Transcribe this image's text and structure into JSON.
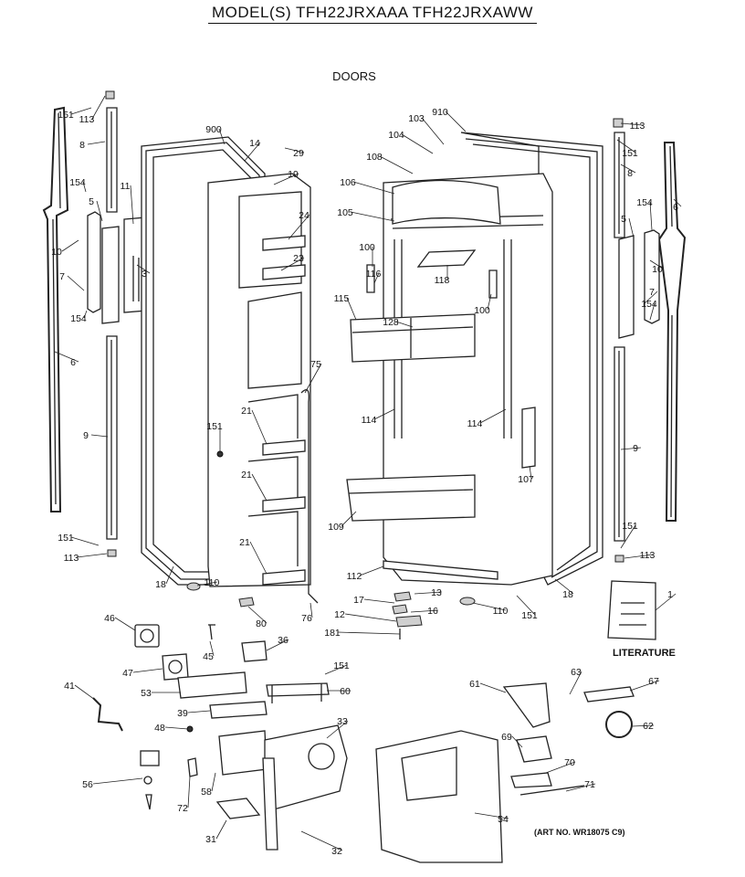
{
  "header": {
    "title": "MODEL(S) TFH22JRXAAA  TFH22JRXAWW",
    "subtitle": "DOORS"
  },
  "literature_label": "LITERATURE",
  "art_number": "(ART NO. WR18075 C9)",
  "callouts": [
    "151",
    "113",
    "8",
    "154",
    "5",
    "10",
    "7",
    "154",
    "6",
    "11",
    "3",
    "9",
    "151",
    "113",
    "900",
    "14",
    "29",
    "19",
    "24",
    "23",
    "75",
    "151",
    "21",
    "21",
    "21",
    "18",
    "110",
    "80",
    "76",
    "910",
    "103",
    "104",
    "108",
    "106",
    "105",
    "100",
    "116",
    "118",
    "115",
    "128",
    "100",
    "114",
    "114",
    "107",
    "109",
    "112",
    "13",
    "17",
    "16",
    "12",
    "181",
    "110",
    "151",
    "18",
    "113",
    "151",
    "8",
    "154",
    "5",
    "6",
    "10",
    "7",
    "154",
    "9",
    "151",
    "113",
    "1",
    "46",
    "45",
    "36",
    "47",
    "151",
    "53",
    "60",
    "41",
    "39",
    "48",
    "33",
    "56",
    "58",
    "72",
    "31",
    "32",
    "54",
    "61",
    "63",
    "67",
    "62",
    "69",
    "70",
    "71"
  ]
}
